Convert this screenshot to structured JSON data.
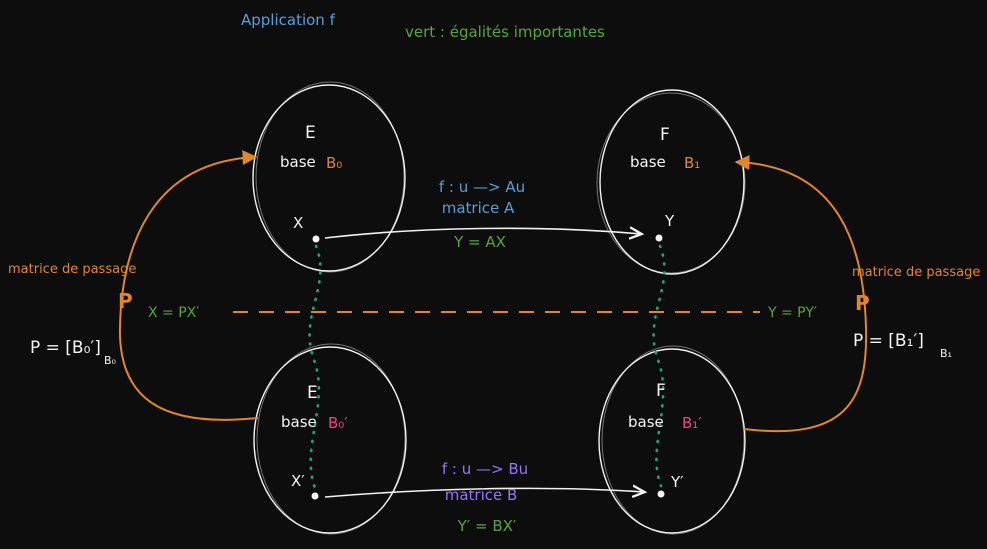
{
  "header": {
    "application_label": "Application f",
    "legend_green": "vert : égalités importantes"
  },
  "ellipses": {
    "top_left": {
      "space": "E",
      "base_label": "base",
      "base_name": "B₀"
    },
    "top_right": {
      "space": "F",
      "base_label": "base",
      "base_name": "B₁"
    },
    "bottom_left": {
      "space": "E",
      "base_label": "base",
      "base_name": "B₀′"
    },
    "bottom_right": {
      "space": "F",
      "base_label": "base",
      "base_name": "B₁′"
    }
  },
  "points": {
    "x": "X",
    "y": "Y",
    "x_prime": "X′",
    "y_prime": "Y′"
  },
  "top_map": {
    "function": "f : u —> Au",
    "matrix": "matrice A",
    "equation": "Y = AX"
  },
  "bottom_map": {
    "function": "f : u —> Bu",
    "matrix": "matrice B",
    "equation": "Y′ = BX′"
  },
  "left_passage": {
    "label": "matrice de passage",
    "symbol": "P",
    "formula": "P = [B₀′]",
    "formula_sub": "B₀",
    "equation": "X = PX′"
  },
  "right_passage": {
    "label": "matrice de passage",
    "symbol": "P",
    "formula": "P = [B₁′]",
    "formula_sub": "B₁",
    "equation": "Y = PY′"
  },
  "colors": {
    "background": "#0d0d0d",
    "white": "#f5f5f5",
    "blue": "#54a0d8",
    "green": "#57a639",
    "orange": "#e0862d",
    "pink": "#e64980",
    "purple": "#9775fa",
    "teal_dotted": "#1fa67d"
  }
}
